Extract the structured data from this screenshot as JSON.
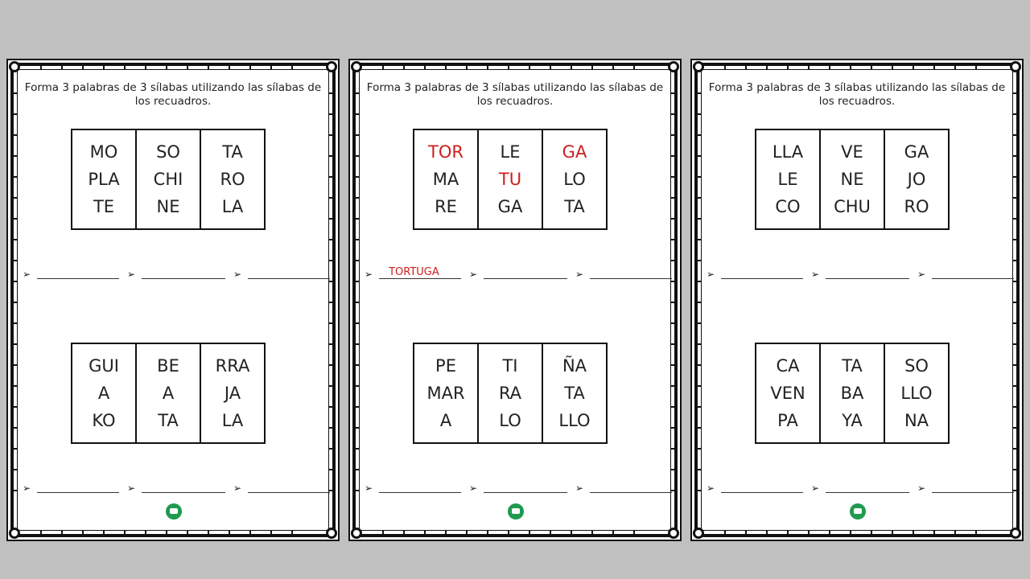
{
  "sheets": [
    {
      "instruction": "Forma 3 palabras de 3 sílabas utilizando las sílabas de los recuadros.",
      "grid_top": [
        [
          {
            "t": "MO"
          },
          {
            "t": "PLA"
          },
          {
            "t": "TE"
          }
        ],
        [
          {
            "t": "SO"
          },
          {
            "t": "CHI"
          },
          {
            "t": "NE"
          }
        ],
        [
          {
            "t": "TA"
          },
          {
            "t": "RO"
          },
          {
            "t": "LA"
          }
        ]
      ],
      "answers_top": [
        "",
        "",
        ""
      ],
      "grid_bottom": [
        [
          {
            "t": "GUI"
          },
          {
            "t": "A"
          },
          {
            "t": "KO"
          }
        ],
        [
          {
            "t": "BE"
          },
          {
            "t": "A"
          },
          {
            "t": "TA"
          }
        ],
        [
          {
            "t": "RRA"
          },
          {
            "t": "JA"
          },
          {
            "t": "LA"
          }
        ]
      ],
      "answers_bottom": [
        "",
        "",
        ""
      ]
    },
    {
      "instruction": "Forma 3 palabras de 3 sílabas utilizando las sílabas de los recuadros.",
      "grid_top": [
        [
          {
            "t": "TOR",
            "red": true
          },
          {
            "t": "MA"
          },
          {
            "t": "RE"
          }
        ],
        [
          {
            "t": "LE"
          },
          {
            "t": "TU",
            "red": true
          },
          {
            "t": "GA"
          }
        ],
        [
          {
            "t": "GA",
            "red": true
          },
          {
            "t": "LO"
          },
          {
            "t": "TA"
          }
        ]
      ],
      "answers_top": [
        "TORTUGA",
        "",
        ""
      ],
      "grid_bottom": [
        [
          {
            "t": "PE"
          },
          {
            "t": "MAR"
          },
          {
            "t": "A"
          }
        ],
        [
          {
            "t": "TI"
          },
          {
            "t": "RA"
          },
          {
            "t": "LO"
          }
        ],
        [
          {
            "t": "ÑA"
          },
          {
            "t": "TA"
          },
          {
            "t": "LLO"
          }
        ]
      ],
      "answers_bottom": [
        "",
        "",
        ""
      ]
    },
    {
      "instruction": "Forma 3 palabras de 3 sílabas utilizando las sílabas de los recuadros.",
      "grid_top": [
        [
          {
            "t": "LLA"
          },
          {
            "t": "LE"
          },
          {
            "t": "CO"
          }
        ],
        [
          {
            "t": "VE"
          },
          {
            "t": "NE"
          },
          {
            "t": "CHU"
          }
        ],
        [
          {
            "t": "GA"
          },
          {
            "t": "JO"
          },
          {
            "t": "RO"
          }
        ]
      ],
      "answers_top": [
        "",
        "",
        ""
      ],
      "grid_bottom": [
        [
          {
            "t": "CA"
          },
          {
            "t": "VEN"
          },
          {
            "t": "PA"
          }
        ],
        [
          {
            "t": "TA"
          },
          {
            "t": "BA"
          },
          {
            "t": "YA"
          }
        ],
        [
          {
            "t": "SO"
          },
          {
            "t": "LLO"
          },
          {
            "t": "NA"
          }
        ]
      ],
      "answers_bottom": [
        "",
        "",
        ""
      ]
    }
  ],
  "colors": {
    "highlight": "#cc1f1f",
    "logo": "#1f9a4f",
    "background": "#c0c0c0"
  },
  "icons": {
    "bullet": "arrowhead-icon",
    "logo": "logo-icon"
  }
}
